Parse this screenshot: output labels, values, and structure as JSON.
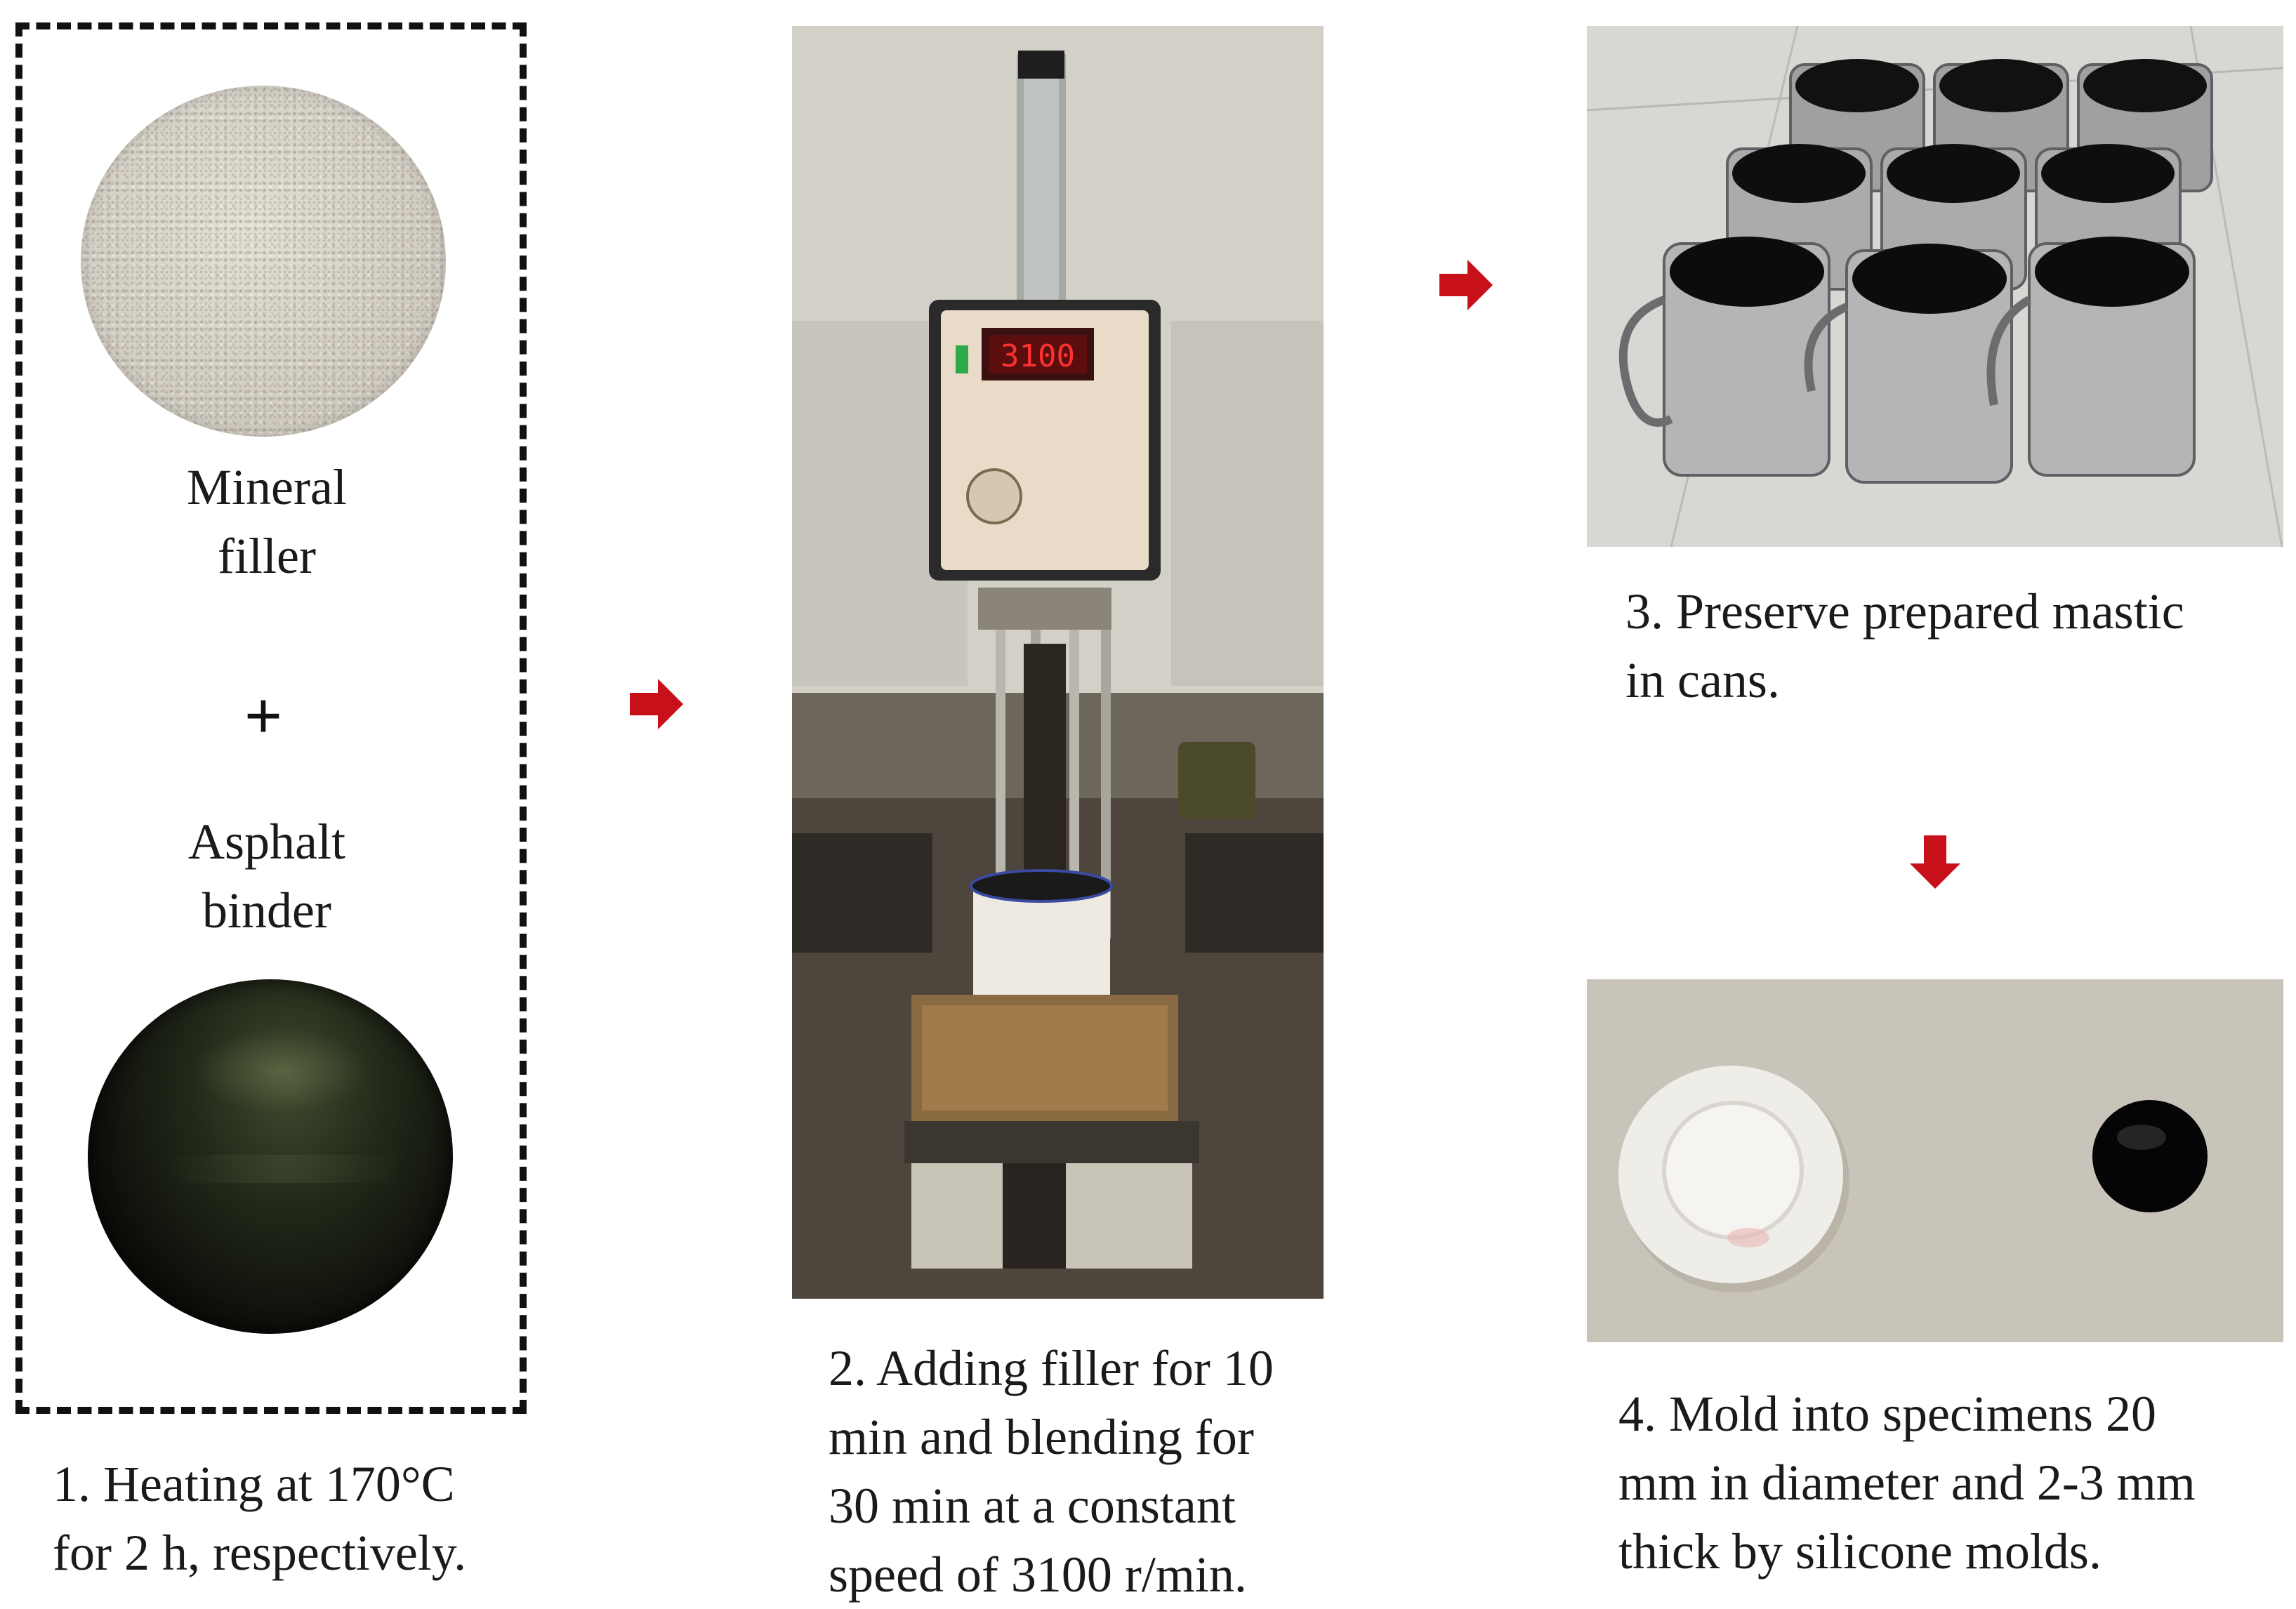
{
  "panel1": {
    "top_label_line1": "Mineral",
    "top_label_line2": "filler",
    "plus": "+",
    "bottom_label_line1": "Asphalt",
    "bottom_label_line2": "binder",
    "caption_line1": "1. Heating at 170°C",
    "caption_line2": "for 2 h, respectively."
  },
  "panel2": {
    "display_value": "3100",
    "caption_line1": "2. Adding filler for 10",
    "caption_line2": "min and blending for",
    "caption_line3": "30 min at a constant",
    "caption_line4": "speed of 3100 r/min."
  },
  "panel3": {
    "caption_line1": "3. Preserve prepared mastic",
    "caption_line2": "in cans."
  },
  "panel4": {
    "caption_line1": "4. Mold into specimens 20",
    "caption_line2": "mm in diameter and 2-3 mm",
    "caption_line3": "thick by silicone molds."
  },
  "colors": {
    "arrow": "#c8101a",
    "dashed_border": "#111111",
    "text": "#1a1a1a"
  },
  "icons": [
    "arrow-right-icon",
    "arrow-down-icon",
    "plus-icon"
  ]
}
